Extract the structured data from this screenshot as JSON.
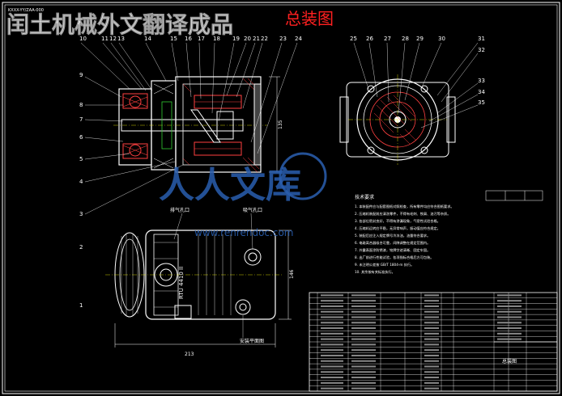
{
  "header": {
    "code": "KXXX-YY/ZAA-000",
    "watermark_title": "闰土机械外文翻译成品",
    "drawing_title": "总装图"
  },
  "callouts_left": [
    "10",
    "11",
    "12",
    "13",
    "14",
    "15",
    "16",
    "17",
    "18",
    "19",
    "20",
    "21",
    "22",
    "23",
    "24"
  ],
  "callouts_side": [
    "9",
    "8",
    "7",
    "6",
    "5",
    "4",
    "3",
    "2",
    "1"
  ],
  "callouts_right": [
    "25",
    "26",
    "27",
    "28",
    "29",
    "30",
    "31",
    "32",
    "33",
    "34",
    "35"
  ],
  "front_view": {
    "labels": {
      "inlet": "排气孔口",
      "outlet": "吸气孔口",
      "stamp": "RTU 4410 II",
      "mount": "安装平面图"
    },
    "dims": {
      "height": "135",
      "width": "213",
      "side": "146"
    }
  },
  "site_watermark": {
    "text": "人人文库",
    "url": "www.renrendoc.com"
  },
  "notes": {
    "heading": "技术要求",
    "lines": [
      "1. 本装配件应与配套图纸对照检查，所有零件均应符合图纸要求。",
      "2. 压缩机装配前应清洗零件，不得有毛刺、铁屑、油污等杂质。",
      "3. 各部位密封良好，不得有渗漏现象，气密性试验合格。",
      "4. 压缩机运转应平稳，无异常响声，振动值应符合规定。",
      "5. 装配后应注入规定牌号冷冻油，油量符合要求。",
      "6. 电磁离合器吸合可靠，间隙调整在规定范围内。",
      "7. 外露表面涂防锈漆，铭牌字迹清晰、固定牢固。",
      "8. 出厂前进行性能试验，各项指标合格后方可包装。",
      "9. 未注明公差按 GB/T 1804-m 执行。",
      "10. 其余按有关标准执行。"
    ]
  },
  "title_block": {
    "title": "总装图",
    "rows": 18
  },
  "colors": {
    "bg": "#000000",
    "line": "#ffffff",
    "accent": "#ff2020",
    "section": "#ff4040",
    "dim": "#ffff00",
    "watermark": "#2a5fb0",
    "green": "#33cc33"
  }
}
